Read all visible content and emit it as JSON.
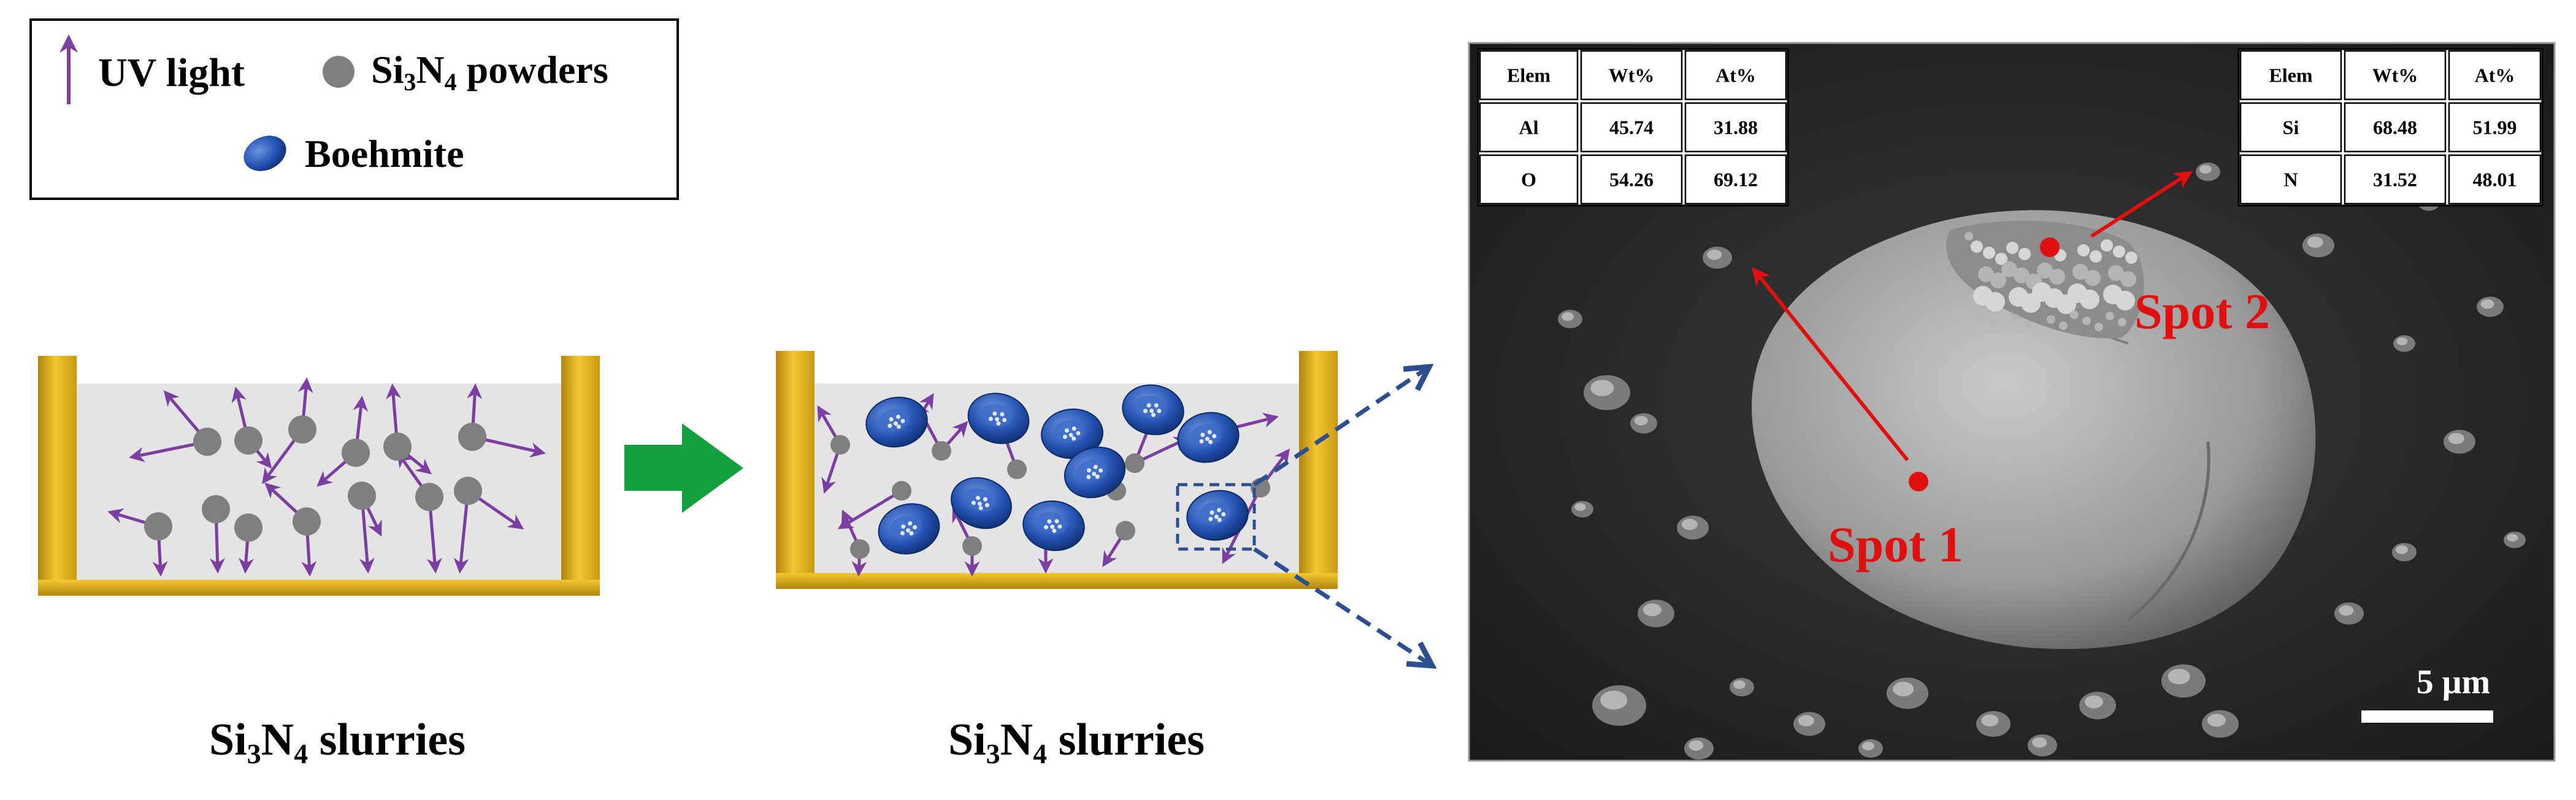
{
  "legend": {
    "uv_light": "UV light",
    "powders_prefix": "Si",
    "powders_sub1": "3",
    "powders_mid": "N",
    "powders_sub2": "4",
    "powders_suffix": " powders",
    "boehmite": "Boehmite"
  },
  "captions": {
    "left": {
      "prefix": "Si",
      "sub1": "3",
      "mid": "N",
      "sub2": "4",
      "suffix": " slurries"
    },
    "middle": {
      "prefix": "Si",
      "sub1": "3",
      "mid": "N",
      "sub2": "4",
      "suffix": " slurries"
    }
  },
  "sem": {
    "spot1_label": "Spot 1",
    "spot2_label": "Spot 2",
    "scale_label": "5 μm",
    "table1": {
      "headers": [
        "Elem",
        "Wt%",
        "At%"
      ],
      "rows": [
        [
          "Al",
          "45.74",
          "31.88"
        ],
        [
          "O",
          "54.26",
          "69.12"
        ]
      ]
    },
    "table2": {
      "headers": [
        "Elem",
        "Wt%",
        "At%"
      ],
      "rows": [
        [
          "Si",
          "68.48",
          "51.99"
        ],
        [
          "N",
          "31.52",
          "48.01"
        ]
      ]
    }
  },
  "colors": {
    "uv_arrow": "#7a3fa0",
    "particle": "#7f7f7f",
    "boehmite": "#1f4fa8",
    "container_gold": "#e3b420",
    "process_arrow": "#14a03c",
    "zoom_arrow": "#2d4f8f",
    "spot_red": "#e01010"
  }
}
